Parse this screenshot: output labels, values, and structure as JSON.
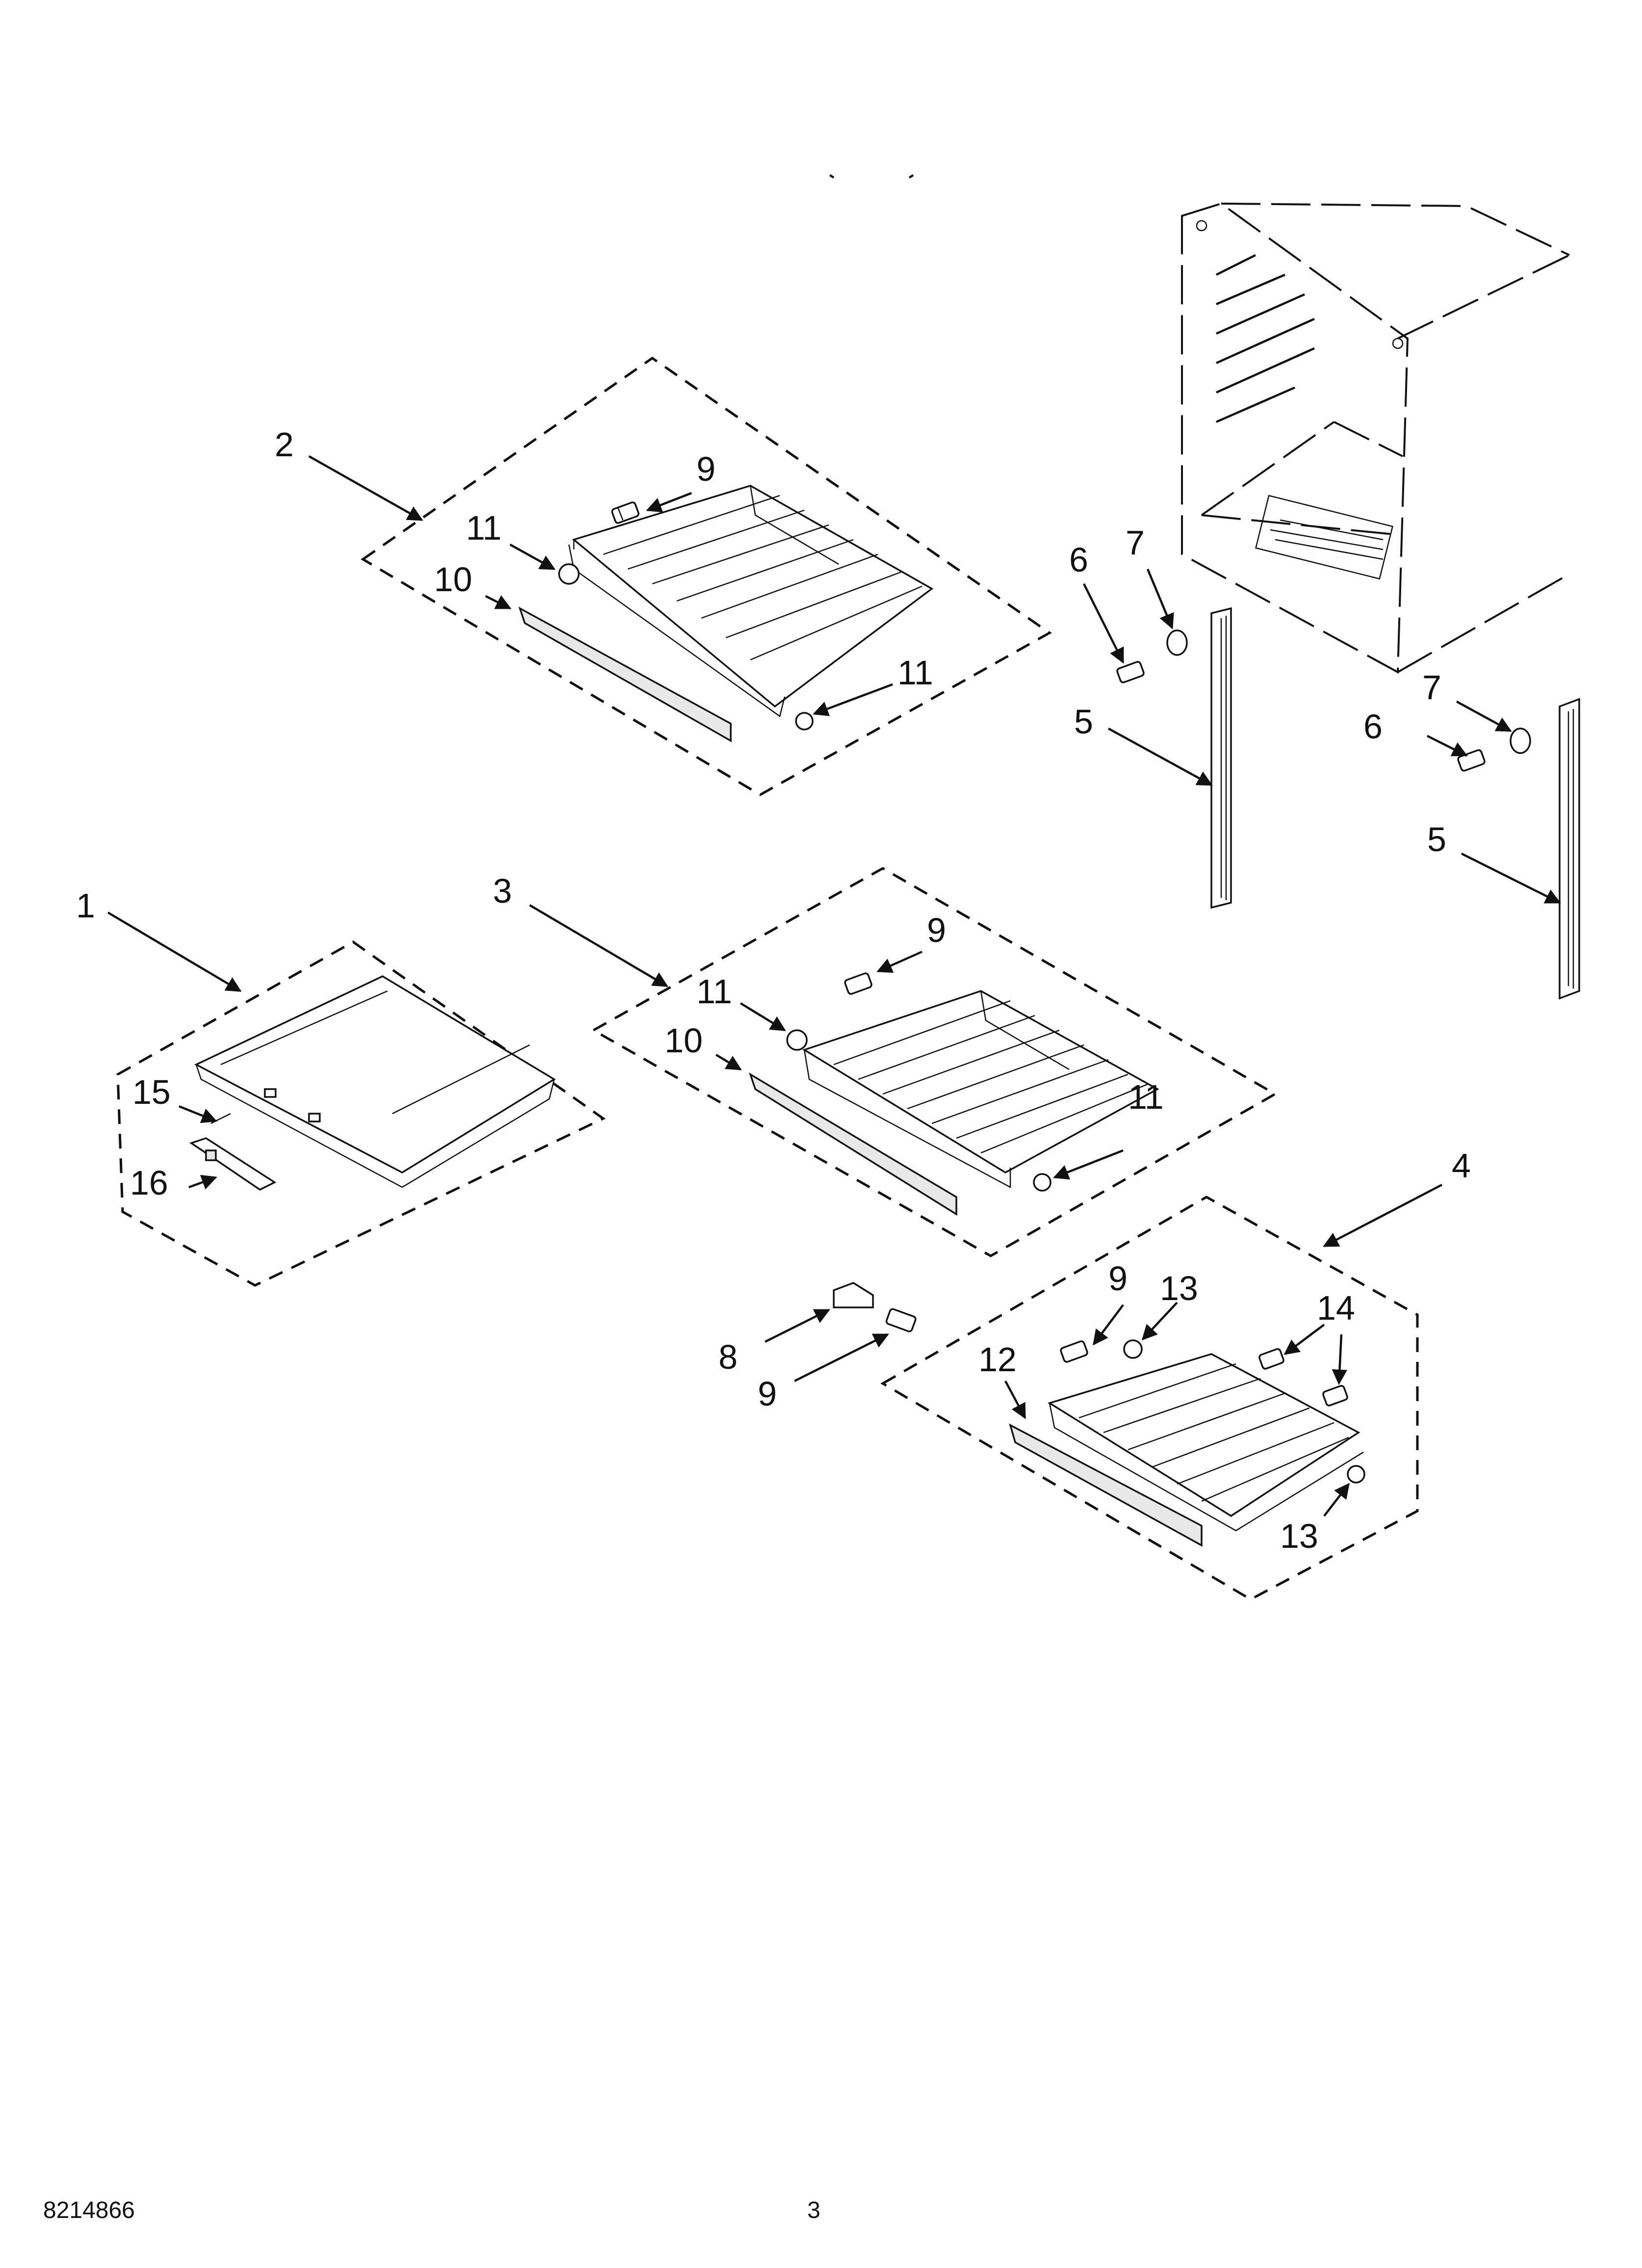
{
  "footer": {
    "document_number": "8214866",
    "page_number": "3"
  },
  "callouts": [
    {
      "id": "1",
      "text": "1"
    },
    {
      "id": "2",
      "text": "2"
    },
    {
      "id": "3",
      "text": "3"
    },
    {
      "id": "4",
      "text": "4"
    },
    {
      "id": "5a",
      "text": "5"
    },
    {
      "id": "5b",
      "text": "5"
    },
    {
      "id": "6a",
      "text": "6"
    },
    {
      "id": "6b",
      "text": "6"
    },
    {
      "id": "7a",
      "text": "7"
    },
    {
      "id": "7b",
      "text": "7"
    },
    {
      "id": "8",
      "text": "8"
    },
    {
      "id": "9a",
      "text": "9"
    },
    {
      "id": "9b",
      "text": "9"
    },
    {
      "id": "9c",
      "text": "9"
    },
    {
      "id": "9d",
      "text": "9"
    },
    {
      "id": "10a",
      "text": "10"
    },
    {
      "id": "10b",
      "text": "10"
    },
    {
      "id": "11a",
      "text": "11"
    },
    {
      "id": "11b",
      "text": "11"
    },
    {
      "id": "11c",
      "text": "11"
    },
    {
      "id": "11d",
      "text": "11"
    },
    {
      "id": "12",
      "text": "12"
    },
    {
      "id": "13a",
      "text": "13"
    },
    {
      "id": "13b",
      "text": "13"
    },
    {
      "id": "14",
      "text": "14"
    },
    {
      "id": "15",
      "text": "15"
    },
    {
      "id": "16",
      "text": "16"
    }
  ]
}
